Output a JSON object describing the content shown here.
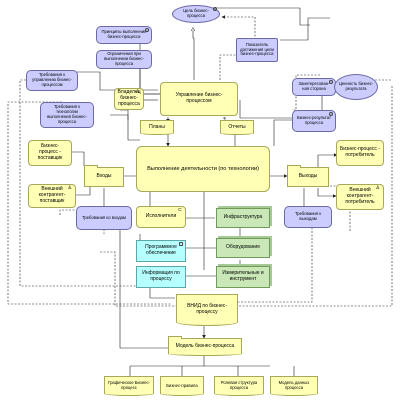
{
  "nodes": {
    "goal": "Цель бизнес-процесса",
    "principles": "Принципы выполнения бизнес-процесса",
    "constraints": "Ограничения при выполнении бизнес-процесса",
    "indicator": "Показатель достижения цели бизнес-процесса",
    "req_mgmt": "Требования к управлению бизнес-процессом",
    "owner": "Владелец бизнес-процесса",
    "management": "Управление бизнес-процессом",
    "stakeholder": "Заинтересован-ная сторона",
    "value": "Ценность бизнес-результата",
    "req_tech": "Требования к технологии выполнения бизнес-процесса",
    "business_result": "Бизнес-результат процесса",
    "plans": "Планы",
    "reports": "Отчеты",
    "supplier_process": "Бизнес-процесс - поставщик",
    "external_supplier": "Внешний контрагент-поставщик",
    "inputs": "Входы",
    "main_activity": "Выполнение деятельности (по технологии)",
    "outputs": "Выходы",
    "consumer_process": "Бизнес-процесс - потребитель",
    "external_consumer": "Внешний контрагент-потребитель",
    "req_inputs": "Требования ко входам",
    "req_outputs": "Требования к выходам",
    "executors": "Исполнители",
    "infrastructure": "Инфраструктура",
    "software": "Программное обеспечение",
    "equipment": "Оборудование",
    "process_info": "Информация по процессу",
    "measuring_tools": "Измерительные и инструмент",
    "vnd": "ВНИД по бизнес-процессу",
    "model": "Модель бизнес-процесса",
    "graphic": "Графическое Бизнес-процесс",
    "rules": "Бизнес-правила",
    "roles": "Ролевая структура процесса",
    "data_model": "Модель данных процесса"
  },
  "colors": {
    "motivation": "#ccccff",
    "business": "#ffffb5",
    "application": "#b5ffff",
    "technology": "#c9e7b7",
    "line": "#222222"
  }
}
